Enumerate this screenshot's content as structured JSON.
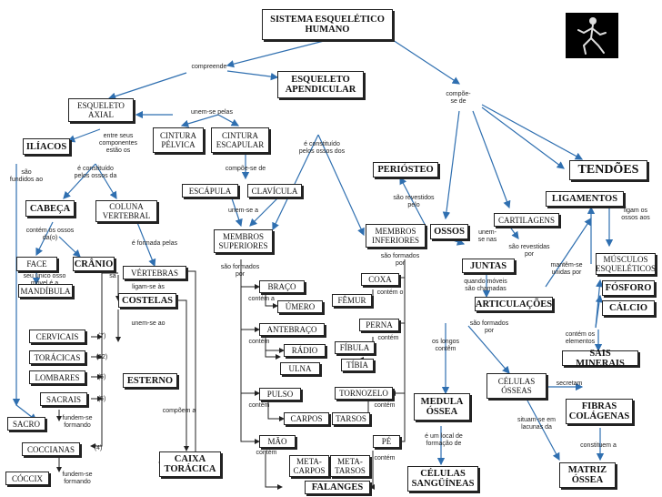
{
  "nodes": {
    "sistema": "SISTEMA ESQUELÉTICO\nHUMANO",
    "esq_apend": "ESQUELETO\nAPENDICULAR",
    "esq_axial": "ESQUELETO\nAXIAL",
    "cintura_pelvica": "CINTURA\nPÉLVICA",
    "cintura_escapular": "CINTURA\nESCAPULAR",
    "iliacos": "ILÍACOS",
    "cabeca": "CABEÇA",
    "coluna": "COLUNA\nVERTEBRAL",
    "face": "FACE",
    "cranio": "CRÂNIO",
    "mandibula": "MANDÍBULA",
    "cervicais": "CERVICAIS",
    "toracicas": "TORÁCICAS",
    "lombares": "LOMBARES",
    "sacrais": "SACRAIS",
    "sacro": "SACRO",
    "coccianas": "COCCIANAS",
    "coccix": "CÓCCIX",
    "vertebras": "VÉRTEBRAS",
    "costelas": "COSTELAS",
    "esterno": "ESTERNO",
    "caixa": "CAIXA\nTORÁCICA",
    "escapula": "ESCÁPULA",
    "clavicula": "CLAVÍCULA",
    "membros_sup": "MEMBROS\nSUPERIORES",
    "braco": "BRAÇO",
    "umero": "ÚMERO",
    "antebraco": "ANTEBRAÇO",
    "radio": "RÁDIO",
    "ulna": "ULNA",
    "pulso": "PULSO",
    "carpos": "CARPOS",
    "mao": "MÃO",
    "metacarpos": "META-\nCARPOS",
    "metatarsos": "META-\nTARSOS",
    "falanges": "FALANGES",
    "membros_inf": "MEMBROS\nINFERIORES",
    "coxa": "COXA",
    "femur": "FÊMUR",
    "perna": "PERNA",
    "fibula": "FÍBULA",
    "tibia": "TÍBIA",
    "tornozelo": "TORNOZELO",
    "tarsos": "TARSOS",
    "pe": "PÉ",
    "periosteo": "PERIÓSTEO",
    "ossos": "OSSOS",
    "cartilagens": "CARTILAGENS",
    "juntas": "JUNTAS",
    "articulacoes": "ARTICULAÇÕES",
    "medula": "MEDULA\nÓSSEA",
    "celulas_sang": "CÉLULAS\nSANGÜÍNEAS",
    "celulas_osseas": "CÉLULAS\nÓSSEAS",
    "fibras": "FIBRAS\nCOLÁGENAS",
    "matriz": "MATRIZ\nÓSSEA",
    "tendoes": "TENDÕES",
    "ligamentos": "LIGAMENTOS",
    "musculos": "MÚSCULOS\nESQUELÉTICOS",
    "fosforo": "FÓSFORO",
    "calcio": "CÁLCIO",
    "sais": "SAIS MINERAIS"
  },
  "labels": {
    "compreende": "compreende",
    "unem_pelas": "unem-se pelas",
    "entre_componentes": "entre seus\ncomponentes\nestão os",
    "constituido_axial": "é constituído\npelos ossos da",
    "sao_fundidos": "são\nfundidos ao",
    "contem_ossos": "contém os ossos\nda(o)",
    "seu_unico": "seu único osso\nmóvel é a",
    "formada_pelas": "é formada pelas",
    "ligam_as": "ligam-se às",
    "unem_ao": "unem-se ao",
    "sa": "sa",
    "compoem_a": "compõem a",
    "n7": "(7)",
    "n12": "(12)",
    "n5a": "(5)",
    "n5b": "(5)",
    "n4": "(4)",
    "fundem_sacro": "fundem-se\nformando",
    "fundem_coccix": "fundem-se\nformando",
    "compoe_se_de": "compõe-se de",
    "unem_a": "unem-se a",
    "constituido_apend": "é constituído\npelos ossos dos",
    "sao_formados_sup": "são formados\npor",
    "contem_a": "contém a",
    "contem_b": "contém",
    "contem_c": "contém",
    "contem_d": "contém",
    "sao_formados_inf": "são formados\npor",
    "contem_o": "contém o",
    "contem_e": "contém",
    "contem_f": "contém",
    "contem_g": "contém",
    "compoe_se_de2": "compõe-\nse de",
    "sao_revestidos": "são revestidos\npelo",
    "unem_nas": "unem-\nse nas",
    "sao_revestidas": "são revestidas\npor",
    "quando_moveis": "quando móveis\nsão chamadas",
    "mantem_se": "mantêm-se\nunidas por",
    "os_longos": "os longos\ncontêm",
    "sao_formados_por": "são formados\npor",
    "local_formacao": "é um local de\nformação de",
    "secretam": "secretam",
    "situam_se": "situam-se em\nlacunas da",
    "constituem_a": "constituem a",
    "contem_elementos": "contém os\nelementos",
    "ligam_ossos": "ligam os\nossos aos"
  },
  "colors": {
    "arrow": "#2f6fb0",
    "line": "#222222"
  }
}
